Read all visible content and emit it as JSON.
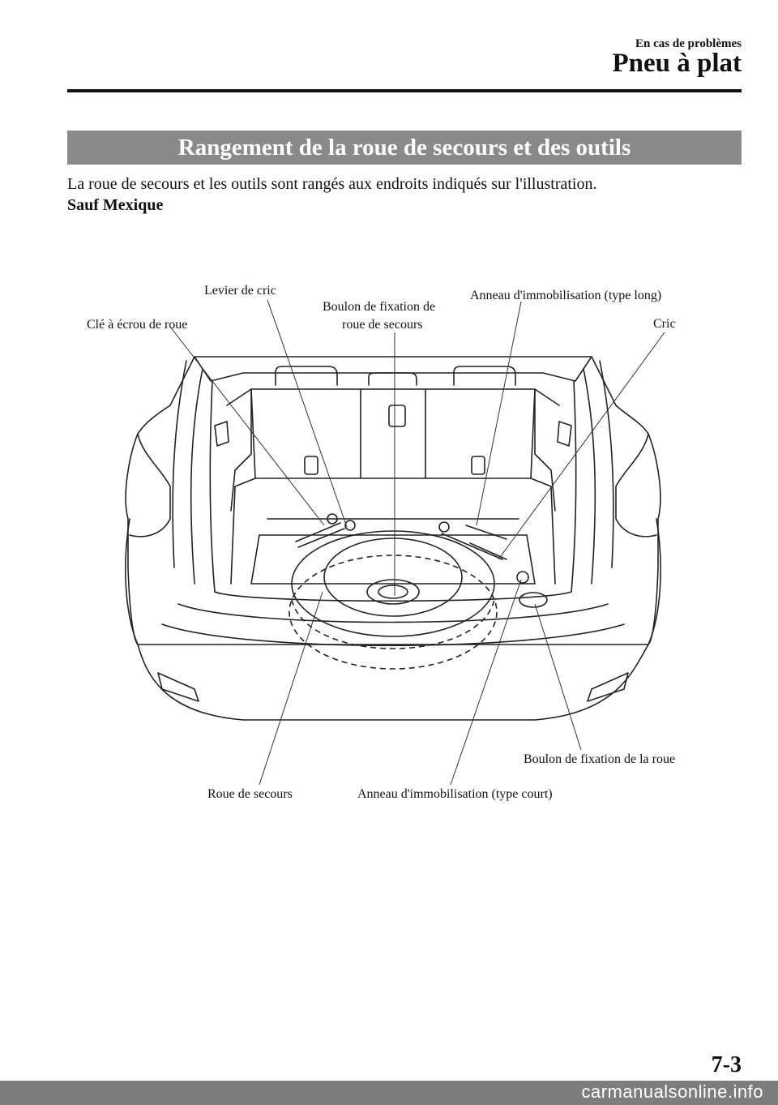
{
  "header": {
    "chapter": "En cas de problèmes",
    "section": "Pneu à plat"
  },
  "banner": "Rangement de la roue de secours et des outils",
  "intro": "La roue de secours et les outils sont rangés aux endroits indiqués sur l'illustration.",
  "variant": "Sauf Mexique",
  "labels": {
    "levier": "Levier de cric",
    "cle": "Clé à écrou de roue",
    "boulon_secours_1": "Boulon de fixation de",
    "boulon_secours_2": "roue de secours",
    "anneau_long": "Anneau d'immobilisation (type long)",
    "cric": "Cric",
    "boulon_roue": "Boulon de fixation de la roue",
    "roue": "Roue de secours",
    "anneau_court": "Anneau d'immobilisation (type court)"
  },
  "page_number": "7-3",
  "watermark": "carmanualsonline.info"
}
